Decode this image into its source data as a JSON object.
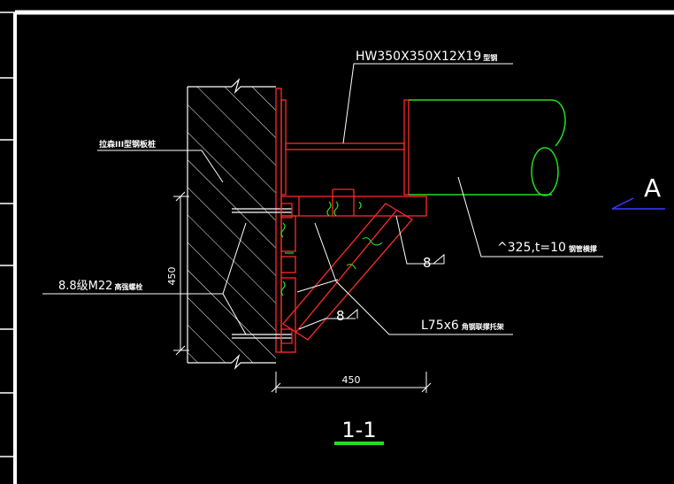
{
  "colors": {
    "background": "#000000",
    "frame": "#ffffff",
    "steel": "#ff2a2a",
    "pipe": "#22dd22",
    "annotation": "#ffffff",
    "leader": "#ffffff",
    "section_mark_blue": "#3b3bff",
    "title_underline": "#22dd22"
  },
  "drawing": {
    "beam_spec": "HW350X350X12X19",
    "beam_spec_suffix": "型钢",
    "column_label": "拉森III型钢板桩",
    "bolt_label_prefix": "8.8级M22",
    "bolt_label_suffix": "高强螺栓",
    "pipe_spec": "^325,t=10",
    "pipe_suffix": "钢管横撑",
    "angle_spec": "L75x6",
    "angle_suffix": "角钢联撑托架",
    "weld_upper": "8",
    "weld_lower": "8",
    "dim_vertical": "450",
    "dim_horizontal": "450",
    "section_letter": "A",
    "section_title": "1-1"
  }
}
